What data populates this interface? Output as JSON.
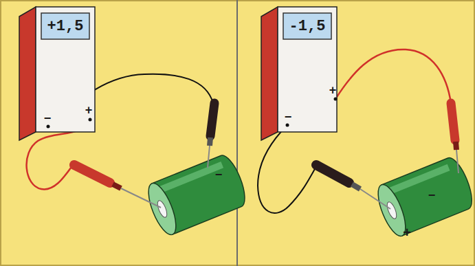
{
  "diagram": {
    "labels": [
      "+1,5",
      "−",
      "+",
      "−",
      "-1,5",
      "−",
      "+",
      "+",
      "−"
    ]
  }
}
